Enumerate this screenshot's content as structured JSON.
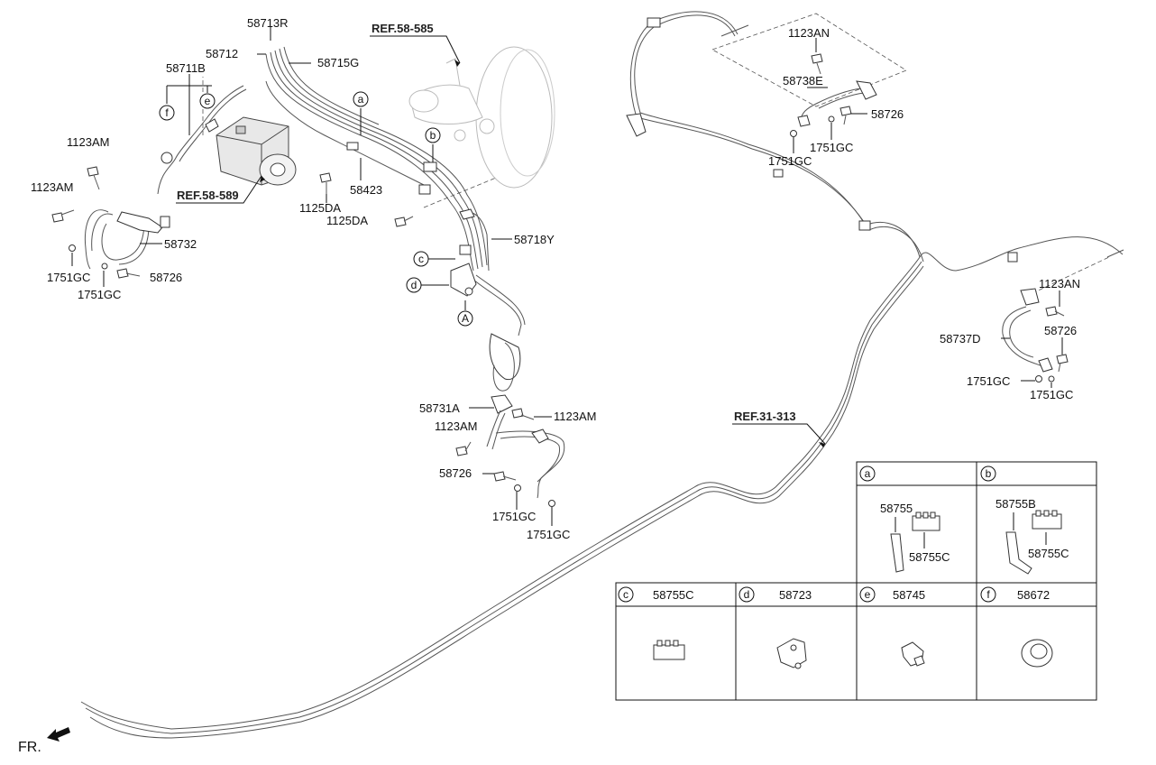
{
  "refs": {
    "r1": "REF.58-585",
    "r2": "REF.58-589",
    "r3": "REF.31-313"
  },
  "labels": {
    "p58713R": "58713R",
    "p58712": "58712",
    "p58715G": "58715G",
    "p58711B": "58711B",
    "p1123AM_a": "1123AM",
    "p1123AM_b": "1123AM",
    "p58732": "58732",
    "p1751GC_a": "1751GC",
    "p1751GC_b": "1751GC",
    "p58726_a": "58726",
    "p58423": "58423",
    "p1125DA_a": "1125DA",
    "p1125DA_b": "1125DA",
    "p58718Y": "58718Y",
    "p58731A": "58731A",
    "p1123AM_c": "1123AM",
    "p1123AM_d": "1123AM",
    "p58726_b": "58726",
    "p1751GC_c": "1751GC",
    "p1751GC_d": "1751GC",
    "p1123AN_a": "1123AN",
    "p58738E": "58738E",
    "p58726_c": "58726",
    "p1751GC_e": "1751GC",
    "p1751GC_f": "1751GC",
    "p1123AN_b": "1123AN",
    "p58737D": "58737D",
    "p58726_d": "58726",
    "p1751GC_g": "1751GC",
    "p1751GC_h": "1751GC"
  },
  "callouts": {
    "a": "a",
    "b": "b",
    "c": "c",
    "d": "d",
    "e": "e",
    "f": "f",
    "A": "A"
  },
  "legend": {
    "a": {
      "letter": "a",
      "parts": [
        "58755",
        "58755C"
      ]
    },
    "b": {
      "letter": "b",
      "parts": [
        "58755B",
        "58755C"
      ]
    },
    "c": {
      "letter": "c",
      "part": "58755C"
    },
    "d": {
      "letter": "d",
      "part": "58723"
    },
    "e": {
      "letter": "e",
      "part": "58745"
    },
    "f": {
      "letter": "f",
      "part": "58672"
    }
  },
  "direction_label": "FR."
}
